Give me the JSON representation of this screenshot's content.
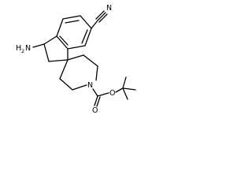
{
  "molecule": {
    "labels": {
      "nitrile_n": "N",
      "amine": "H",
      "amine_sub": "2",
      "amine_n": "N",
      "piperidine_n": "N",
      "carbonyl_o": "O",
      "ester_o": "O"
    }
  }
}
